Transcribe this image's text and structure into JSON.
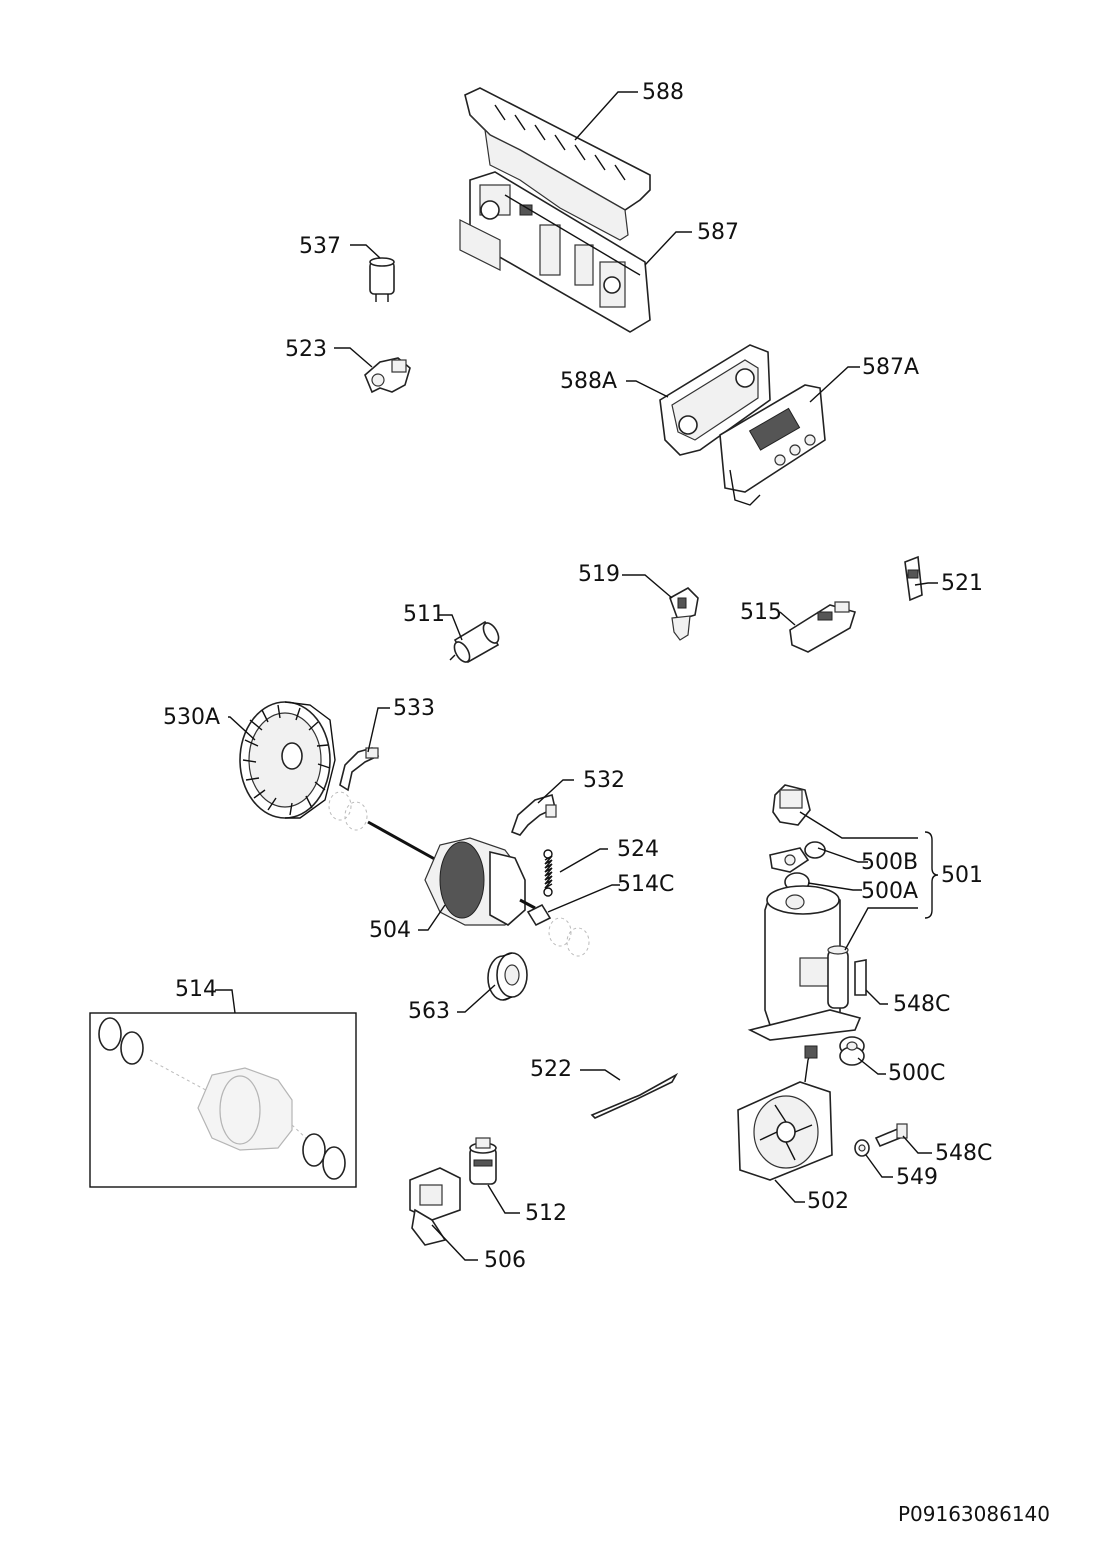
{
  "parts": {
    "p588": "588",
    "p587": "587",
    "p537": "537",
    "p523": "523",
    "p588A": "588A",
    "p587A": "587A",
    "p519": "519",
    "p521": "521",
    "p511": "511",
    "p515": "515",
    "p530A": "530A",
    "p533": "533",
    "p532": "532",
    "p524": "524",
    "p514C": "514C",
    "p504": "504",
    "p500B": "500B",
    "p500A": "500A",
    "p501": "501",
    "p548C_a": "548C",
    "p514": "514",
    "p563": "563",
    "p500C": "500C",
    "p522": "522",
    "p548C_b": "548C",
    "p549": "549",
    "p502": "502",
    "p512": "512",
    "p506": "506"
  },
  "document_ref": "P09163086140"
}
